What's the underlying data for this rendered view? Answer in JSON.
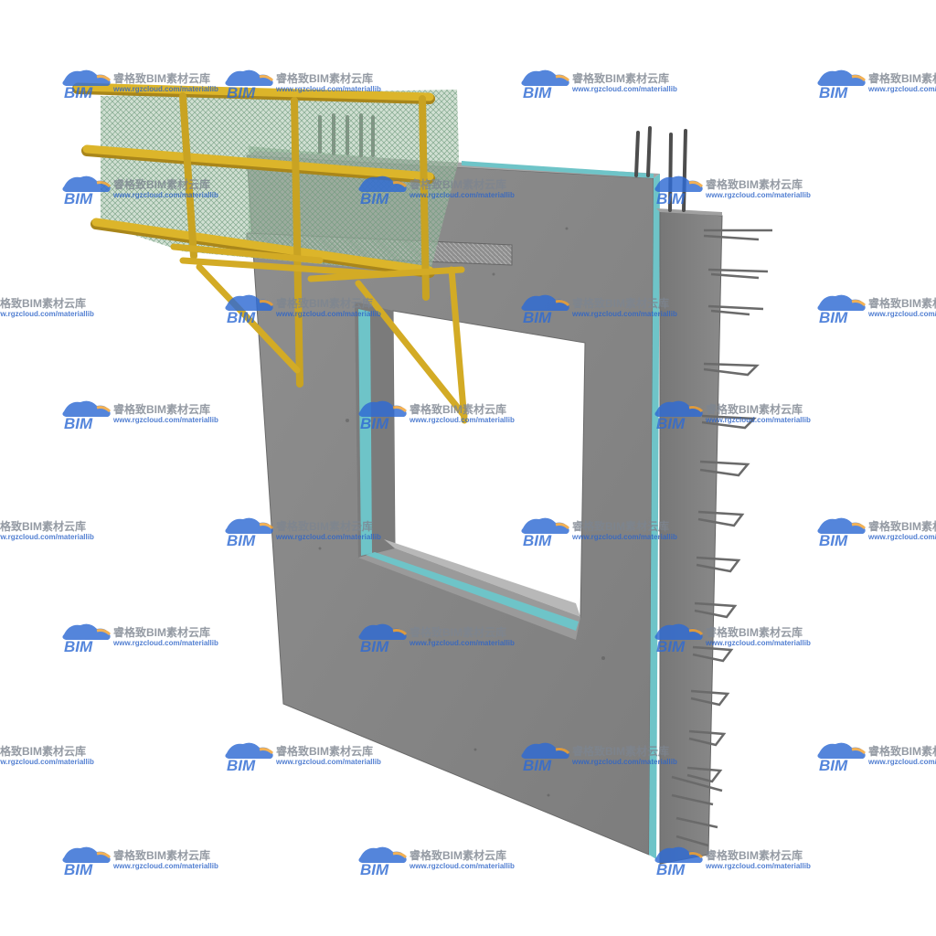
{
  "watermark": {
    "logo_text": "BIM",
    "brand": "睿格致BIM素材云库",
    "url": "www.rgzcloud.com/materiallib",
    "colors": {
      "logo_blue": "#2f6bd4",
      "logo_orange": "#f0a030",
      "brand_gray": "#7d8590"
    }
  },
  "scene": {
    "subject": "precast-concrete-wall-panel",
    "colors": {
      "concrete": "#8c8c8c",
      "concrete_dark": "#6f6f6f",
      "insulation": "#6ec4c8",
      "railing": "#d8b32a",
      "railing_shadow": "#a9861a",
      "mesh": "#9bb9a0",
      "rebar": "#5a5a5a"
    }
  }
}
